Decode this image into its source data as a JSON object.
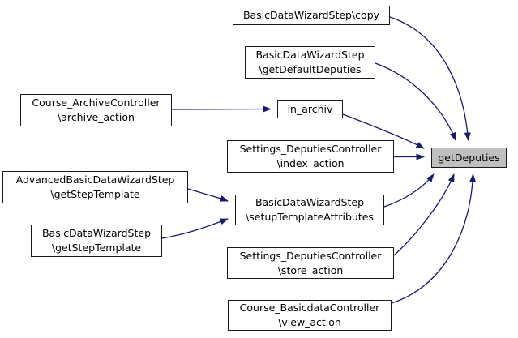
{
  "diagram": {
    "type": "call-graph",
    "focus_function": "getDeputies",
    "colors": {
      "edge": "#191970",
      "node_border": "#1a1a1a",
      "node_fill": "#ffffff",
      "highlight_fill": "#bfbfbf",
      "background": "#ffffff",
      "text": "#000000"
    },
    "nodes": [
      {
        "id": "copy",
        "lines": [
          "BasicDataWizardStep\\copy"
        ]
      },
      {
        "id": "getdefault",
        "lines": [
          "BasicDataWizardStep",
          "\\getDefaultDeputies"
        ]
      },
      {
        "id": "archive",
        "lines": [
          "Course_ArchiveController",
          "\\archive_action"
        ]
      },
      {
        "id": "inarchiv",
        "lines": [
          "in_archiv"
        ]
      },
      {
        "id": "index",
        "lines": [
          "Settings_DeputiesController",
          "\\index_action"
        ]
      },
      {
        "id": "advanced",
        "lines": [
          "AdvancedBasicDataWizardStep",
          "\\getStepTemplate"
        ]
      },
      {
        "id": "setup",
        "lines": [
          "BasicDataWizardStep",
          "\\setupTemplateAttributes"
        ]
      },
      {
        "id": "getstep",
        "lines": [
          "BasicDataWizardStep",
          "\\getStepTemplate"
        ]
      },
      {
        "id": "store",
        "lines": [
          "Settings_DeputiesController",
          "\\store_action"
        ]
      },
      {
        "id": "view",
        "lines": [
          "Course_BasicdataController",
          "\\view_action"
        ]
      },
      {
        "id": "getdeputies",
        "lines": [
          "getDeputies"
        ],
        "highlighted": true
      }
    ],
    "edges": [
      {
        "from": "BasicDataWizardStep\\copy",
        "to": "getDeputies"
      },
      {
        "from": "BasicDataWizardStep\\getDefaultDeputies",
        "to": "getDeputies"
      },
      {
        "from": "Course_ArchiveController\\archive_action",
        "to": "in_archiv"
      },
      {
        "from": "in_archiv",
        "to": "getDeputies"
      },
      {
        "from": "Settings_DeputiesController\\index_action",
        "to": "getDeputies"
      },
      {
        "from": "AdvancedBasicDataWizardStep\\getStepTemplate",
        "to": "BasicDataWizardStep\\setupTemplateAttributes"
      },
      {
        "from": "BasicDataWizardStep\\getStepTemplate",
        "to": "BasicDataWizardStep\\setupTemplateAttributes"
      },
      {
        "from": "BasicDataWizardStep\\setupTemplateAttributes",
        "to": "getDeputies"
      },
      {
        "from": "Settings_DeputiesController\\store_action",
        "to": "getDeputies"
      },
      {
        "from": "Course_BasicdataController\\view_action",
        "to": "getDeputies"
      }
    ]
  }
}
